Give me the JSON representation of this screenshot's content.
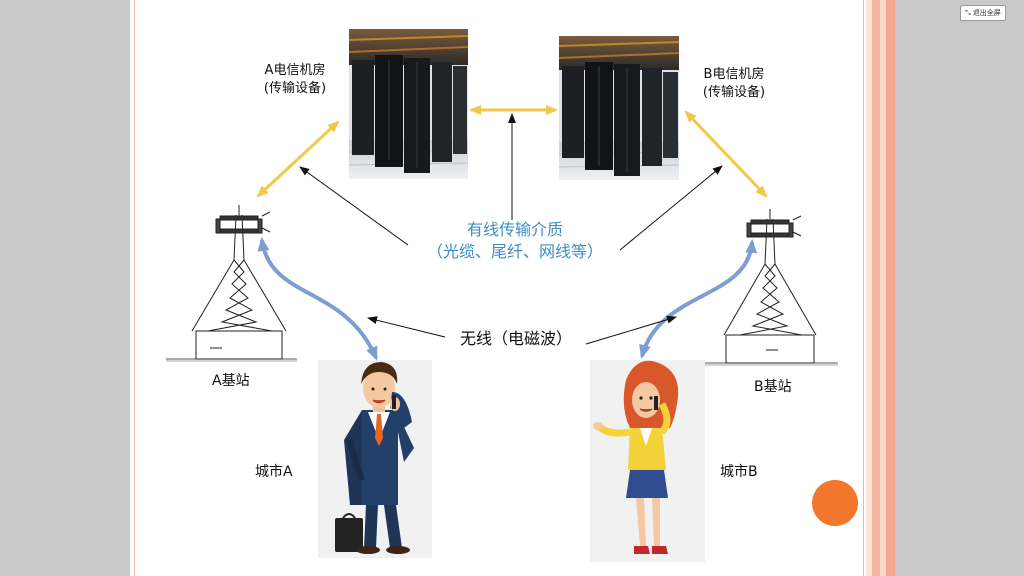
{
  "toolbar": {
    "exit_label": "退出全屏"
  },
  "labels": {
    "room_a_line1": "A电信机房",
    "room_a_line2": "(传输设备)",
    "room_b_line1": "B电信机房",
    "room_b_line2": "(传输设备)",
    "wired_line1": "有线传输介质",
    "wired_line2": "（光缆、尾纤、网线等）",
    "wireless": "无线（电磁波）",
    "station_a": "A基站",
    "station_b": "B基站",
    "city_a": "城市A",
    "city_b": "城市B"
  },
  "colors": {
    "wired_link": "#f0c94a",
    "wireless_link": "#7d9ed0",
    "wired_text": "#3f8cc7",
    "accent_dot": "#f2772c",
    "border_stripe": "#f4a890"
  }
}
